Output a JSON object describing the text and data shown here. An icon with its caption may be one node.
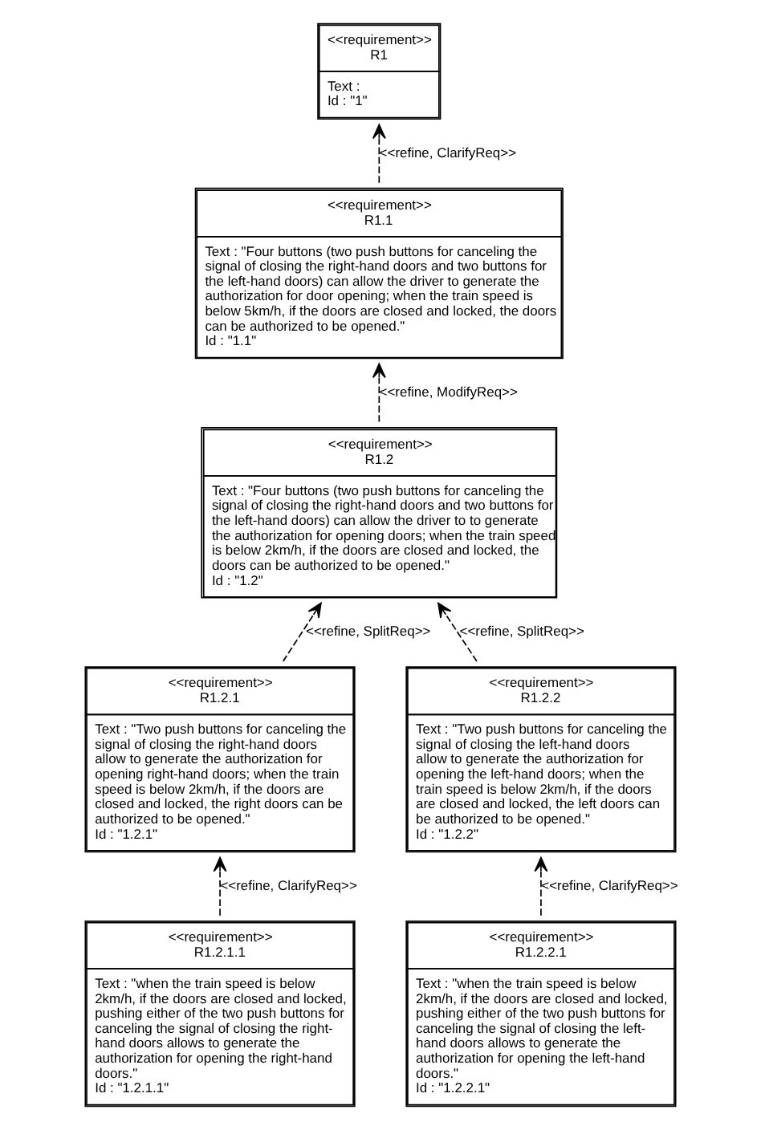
{
  "diagram": {
    "nodes": [
      {
        "text": [
          "<<requirement>>",
          "R1",
          "Text :",
          "Id : \"1\""
        ]
      },
      {
        "text": [
          "<<requirement>>",
          "R1.1",
          "Text : \"Four buttons (two push buttons for canceling the signal of closing the right-hand doors and two buttons for the left-hand doors) can allow the driver to generate the authorization for door opening; when the train speed is below 5km/h, if the doors are closed and locked, the doors can be authorized to be opened.\"",
          "Id : \"1.1\""
        ]
      },
      {
        "text": [
          "<<requirement>>",
          "R1.2",
          "Text : \"Four buttons (two push buttons for canceling the signal of closing the right-hand doors and two buttons for the left-hand doors) can allow the driver to to generate the authorization for opening doors; when the train speed is below 2km/h, if the doors are closed and locked, the doors can be authorized to be opened.\"",
          "Id : \"1.2\""
        ]
      },
      {
        "text": [
          "<<requirement>>",
          "R1.2.1",
          "Text : \"Two push buttons for canceling the signal of closing the right-hand doors allow to generate the authorization for opening right-hand doors; when the train speed is below 2km/h, if the doors are closed and locked, the right doors can be authorized to be opened.\"",
          "Id : \"1.2.1\""
        ]
      },
      {
        "text": [
          "<<requirement>>",
          "R1.2.2",
          "Text : \"Two push buttons for canceling the signal of closing the left-hand doors allow to generate the authorization for opening the left-hand doors; when the train speed is below 2km/h, if the doors are closed and locked, the left doors can be authorized to be opened.\"",
          "Id : \"1.2.2\""
        ]
      },
      {
        "text": [
          "<<requirement>>",
          "R1.2.1.1",
          "Text : \"when the train speed is below 2km/h, if the doors are closed and locked, pushing either of the two push buttons for canceling the signal of closing the right-hand doors allows to generate the authorization for opening the right-hand doors.\"",
          "Id : \"1.2.1.1\""
        ]
      },
      {
        "text": [
          "<<requirement>>",
          "R1.2.2.1",
          "Text : \"when the train speed is below 2km/h, if the doors are closed and locked, pushing either of the two push buttons for canceling the signal of closing the left-hand doors allows to generate the authorization for opening the left-hand doors.\"",
          "Id : \"1.2.2.1\""
        ]
      }
    ],
    "edges": [
      {
        "from": 1,
        "to": 0,
        "arrow": "to",
        "label": "<<refine, ClarifyReq>>",
        "style": "dashed"
      },
      {
        "from": 2,
        "to": 1,
        "arrow": "to",
        "label": "<<refine, ModifyReq>>",
        "style": "dashed"
      },
      {
        "from": 3,
        "to": 2,
        "arrow": "to",
        "label": "<<refine, SplitReq>>",
        "style": "dashed"
      },
      {
        "from": 4,
        "to": 2,
        "arrow": "to",
        "label": "<<refine, SplitReq>>",
        "style": "dashed"
      },
      {
        "from": 5,
        "to": 3,
        "arrow": "to",
        "label": "<<refine, ClarifyReq>>",
        "style": "dashed"
      },
      {
        "from": 6,
        "to": 4,
        "arrow": "to",
        "label": "<<refine, ClarifyReq>>",
        "style": "dashed"
      }
    ]
  }
}
